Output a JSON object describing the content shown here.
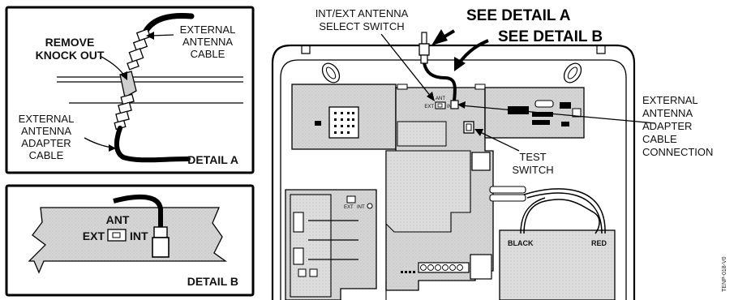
{
  "detail_a": {
    "remove_knockout": [
      "REMOVE",
      "KNOCK OUT"
    ],
    "external_antenna_cable": [
      "EXTERNAL",
      "ANTENNA",
      "CABLE"
    ],
    "external_antenna_adapter_cable": [
      "EXTERNAL",
      "ANTENNA",
      "ADAPTER",
      "CABLE"
    ],
    "title": "DETAIL A"
  },
  "detail_b": {
    "ant": "ANT",
    "ext": "EXT",
    "int": "INT",
    "title": "DETAIL B"
  },
  "main": {
    "int_ext_switch": [
      "INT/EXT ANTENNA",
      "SELECT SWITCH"
    ],
    "see_detail_a": "SEE DETAIL A",
    "see_detail_b": "SEE DETAIL B",
    "adapter_cable_connection": [
      "EXTERNAL",
      "ANTENNA",
      "ADAPTER",
      "CABLE",
      "CONNECTION"
    ],
    "test_switch": [
      "TEST",
      "SWITCH"
    ],
    "board_ant": "ANT",
    "board_ext": "EXT",
    "board_int": "INT",
    "battery_black": "BLACK",
    "battery_red": "RED",
    "tray_ext": "EXT",
    "tray_int": "INT"
  },
  "figure_code": "TENP-018-V0"
}
